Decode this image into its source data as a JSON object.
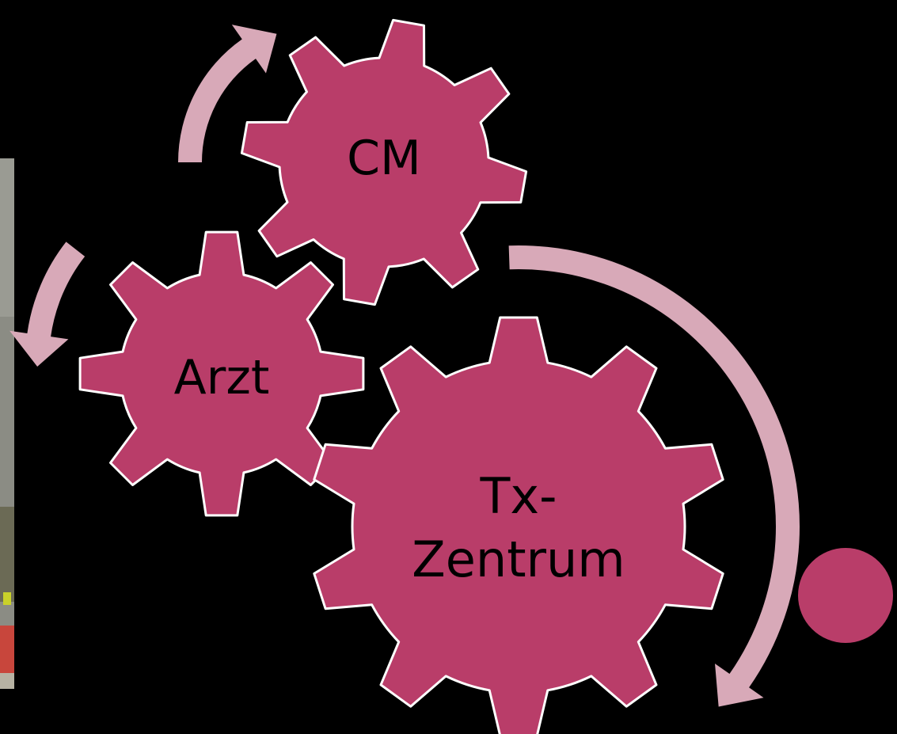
{
  "colors": {
    "background": "#000000",
    "gear_fill": "#b93d69",
    "gear_outline": "#ffffff",
    "arrow_fill": "#d8a9b8",
    "circle_fill": "#b93d69",
    "photo_base": "#8a8a80"
  },
  "gears": {
    "cm": {
      "label": "CM"
    },
    "arzt": {
      "label": "Arzt"
    },
    "tx": {
      "label_line1": "Tx-",
      "label_line2": "Zentrum"
    }
  },
  "icons": [
    "curved-arrow-icon",
    "gear-icon",
    "circle-icon"
  ]
}
